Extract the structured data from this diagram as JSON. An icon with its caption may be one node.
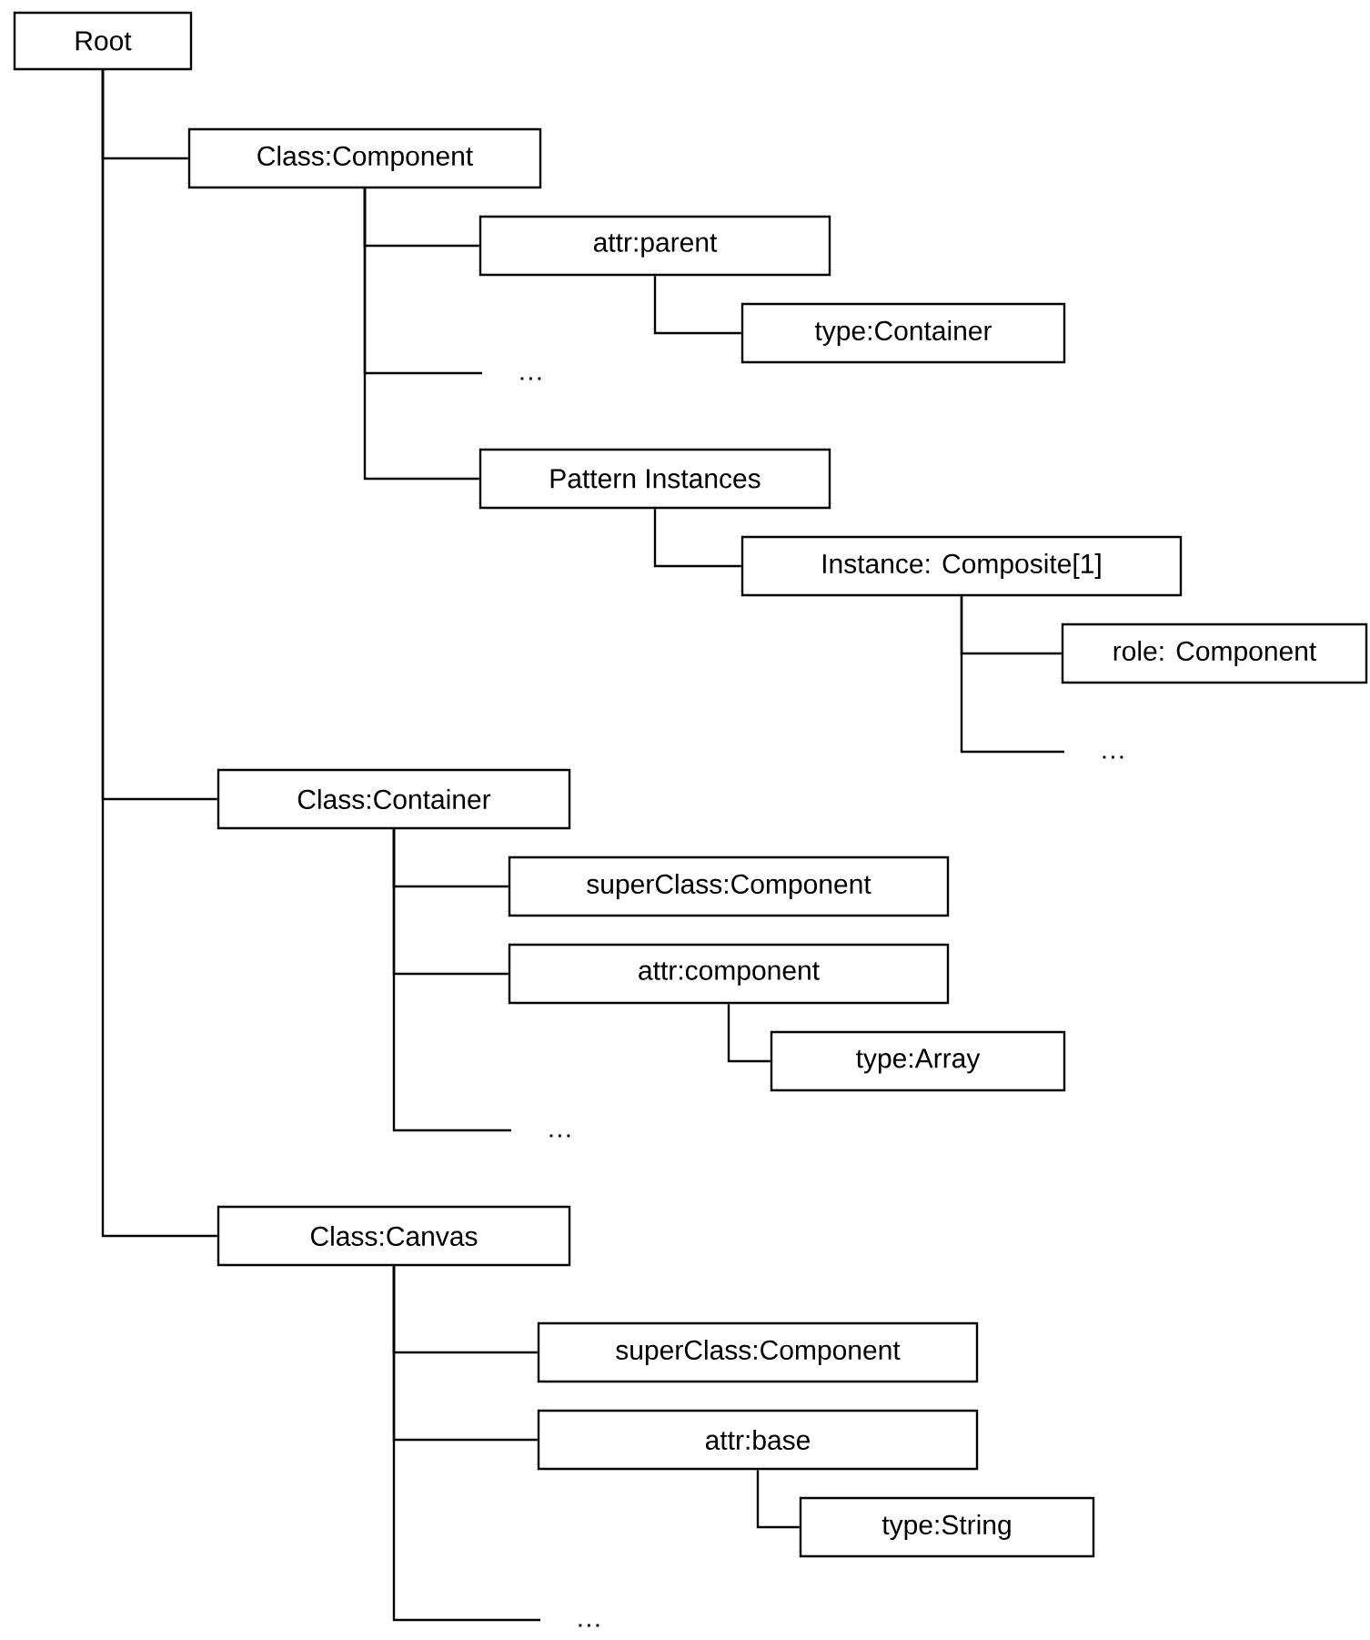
{
  "diagram": {
    "nodes": [
      {
        "text": [
          "Root"
        ]
      },
      {
        "text": [
          "Class:Component"
        ]
      },
      {
        "text": [
          "attr:parent"
        ]
      },
      {
        "text": [
          "type:Container"
        ]
      },
      {
        "text": [
          "…"
        ]
      },
      {
        "text": [
          "Pattern Instances"
        ]
      },
      {
        "text": [
          "Instance: Composite[1]"
        ]
      },
      {
        "text": [
          "role: Component"
        ]
      },
      {
        "text": [
          "…"
        ]
      },
      {
        "text": [
          "Class:Container"
        ]
      },
      {
        "text": [
          "superClass:Component"
        ]
      },
      {
        "text": [
          "attr:component"
        ]
      },
      {
        "text": [
          "type:Array"
        ]
      },
      {
        "text": [
          "…"
        ]
      },
      {
        "text": [
          "Class:Canvas"
        ]
      },
      {
        "text": [
          "superClass:Component"
        ]
      },
      {
        "text": [
          "attr:base"
        ]
      },
      {
        "text": [
          "type:String"
        ]
      },
      {
        "text": [
          "…"
        ]
      }
    ],
    "edges": [
      {
        "from": 0,
        "to": 1,
        "arrow": "none"
      },
      {
        "from": 1,
        "to": 2,
        "arrow": "none"
      },
      {
        "from": 2,
        "to": 3,
        "arrow": "none"
      },
      {
        "from": 1,
        "to": 4,
        "arrow": "none"
      },
      {
        "from": 1,
        "to": 5,
        "arrow": "none"
      },
      {
        "from": 5,
        "to": 6,
        "arrow": "none"
      },
      {
        "from": 6,
        "to": 7,
        "arrow": "none"
      },
      {
        "from": 6,
        "to": 8,
        "arrow": "none"
      },
      {
        "from": 0,
        "to": 9,
        "arrow": "none"
      },
      {
        "from": 9,
        "to": 10,
        "arrow": "none"
      },
      {
        "from": 9,
        "to": 11,
        "arrow": "none"
      },
      {
        "from": 11,
        "to": 12,
        "arrow": "none"
      },
      {
        "from": 9,
        "to": 13,
        "arrow": "none"
      },
      {
        "from": 0,
        "to": 14,
        "arrow": "none"
      },
      {
        "from": 14,
        "to": 15,
        "arrow": "none"
      },
      {
        "from": 14,
        "to": 16,
        "arrow": "none"
      },
      {
        "from": 16,
        "to": 17,
        "arrow": "none"
      },
      {
        "from": 14,
        "to": 18,
        "arrow": "none"
      }
    ]
  }
}
